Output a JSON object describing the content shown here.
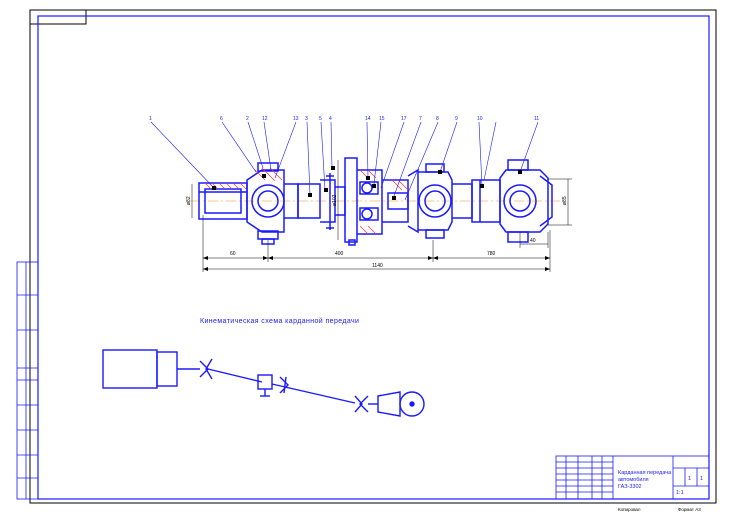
{
  "sheet": {
    "caption": "Кинематическая схема карданной передачи",
    "colors": {
      "line": "#1a1aff",
      "frame": "#000000",
      "axis": "#ff8c00",
      "hatch": "#ff3333"
    }
  },
  "leaders": [
    "1",
    "6",
    "2",
    "12",
    "13",
    "3",
    "5",
    "4",
    "14",
    "15",
    "17",
    "7",
    "8",
    "9",
    "10",
    "11"
  ],
  "dimensions": {
    "d_left": "ø82",
    "d_right": "ø85",
    "d_mid": "ø102",
    "l_60": "60",
    "l_400": "400",
    "l_780": "780",
    "l_1140": "1140",
    "l_40": "40"
  },
  "title_block": {
    "name_line1": "Карданная передача",
    "name_line2": "автомобиля",
    "name_line3": "ГАЗ-3302",
    "sheet": "1",
    "sheets": "1",
    "scale": "1:1",
    "bottom_left": "Копировал",
    "bottom_right": "Формат А3"
  }
}
